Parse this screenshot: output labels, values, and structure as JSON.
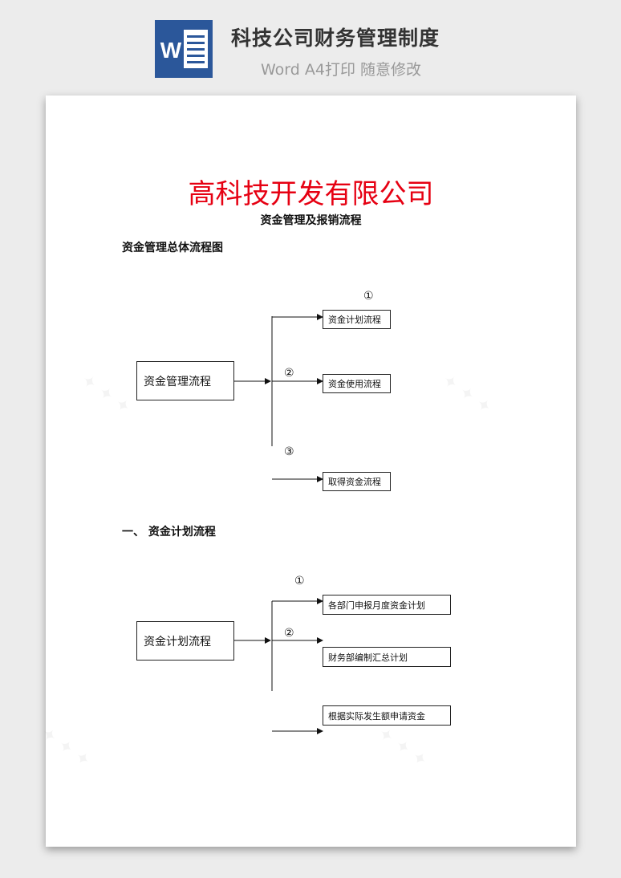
{
  "header": {
    "title": "科技公司财务管理制度",
    "subtitle": "Word A4打印 随意修改",
    "icon_letter": "W"
  },
  "doc": {
    "company": "高科技开发有限公司",
    "subtitle": "资金管理及报销流程",
    "section_overview": "资金管理总体流程图",
    "diagram1": {
      "main": "资金管理流程",
      "branches": [
        "资金计划流程",
        "资金使用流程",
        "取得资金流程"
      ],
      "numbers": [
        "①",
        "②",
        "③"
      ]
    },
    "section1": "一、  资金计划流程",
    "diagram2": {
      "main": "资金计划流程",
      "branches": [
        "各部门申报月度资金计划",
        "财务部编制汇总计划",
        "根据实际发生额申请资金"
      ],
      "numbers": [
        "①",
        "②"
      ]
    }
  },
  "colors": {
    "title_red": "#e60012",
    "word_blue": "#2b579a"
  }
}
